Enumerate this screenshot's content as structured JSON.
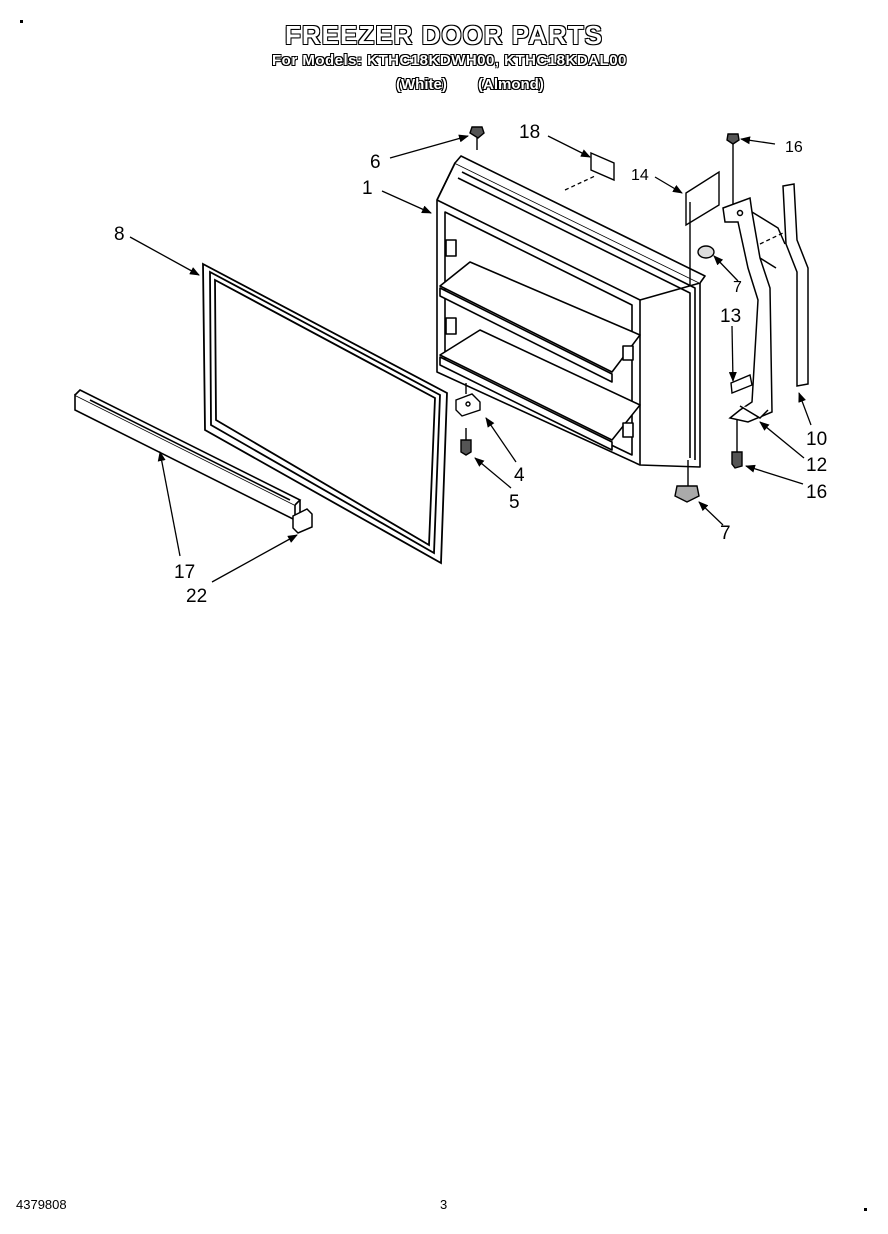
{
  "title": "FREEZER DOOR PARTS",
  "models_line": "For Models: KTHC18KDWH00, KTHC18KDAL00",
  "variants": [
    "(White)",
    "(Almond)"
  ],
  "callouts": {
    "c6": "6",
    "c18": "18",
    "c16a": "16",
    "c1": "1",
    "c14": "14",
    "c8": "8",
    "c7a": "7",
    "c13": "13",
    "c4": "4",
    "c5": "5",
    "c10": "10",
    "c12": "12",
    "c16b": "16",
    "c7b": "7",
    "c17": "17",
    "c22": "22"
  },
  "footer": {
    "part_number": "4379808",
    "page_number": "3"
  }
}
